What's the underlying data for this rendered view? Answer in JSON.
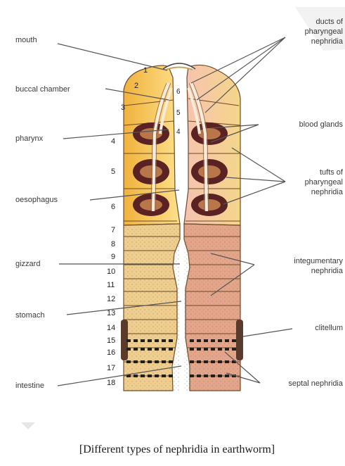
{
  "figure": {
    "caption": "[Different types of nephridia in earthworm]",
    "labels_left": {
      "mouth": "mouth",
      "buccal_chamber": "buccal chamber",
      "pharynx": "pharynx",
      "oesophagus": "oesophagus",
      "gizzard": "gizzard",
      "stomach": "stomach",
      "intestine": "intestine"
    },
    "labels_right": {
      "ducts": [
        "ducts of",
        "pharyngeal",
        "nephridia"
      ],
      "blood_glands": "blood glands",
      "tufts": [
        "tufts of",
        "pharyngeal",
        "nephridia"
      ],
      "integumentary": [
        "integumentary",
        "nephridia"
      ],
      "clitellum": "clitellum",
      "septal": "septal nephridia"
    },
    "segment_numbers": [
      "1",
      "2",
      "3",
      "4",
      "5",
      "6",
      "7",
      "8",
      "9",
      "10",
      "11",
      "12",
      "13",
      "14",
      "15",
      "16",
      "17",
      "18"
    ],
    "inner_numbers": [
      "6",
      "5",
      "4"
    ],
    "colors": {
      "anterior_left": "#f5c34a",
      "anterior_right": "#f6b9a4",
      "posterior_left": "#e8c486",
      "posterior_right": "#e0a288",
      "blood_gland": "#5a2222",
      "clitellum": "#5a3a2a",
      "line": "#555555"
    }
  }
}
